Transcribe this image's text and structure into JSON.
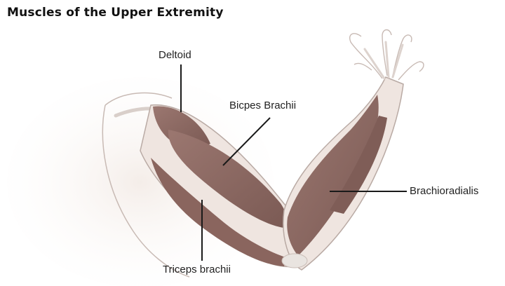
{
  "title": "Muscles of the Upper Extremity",
  "labels": {
    "deltoid": "Deltoid",
    "biceps": "Bicpes Brachii",
    "brachioradialis": "Brachioradialis",
    "triceps": "Triceps brachii"
  },
  "colors": {
    "muscle": "#8e6a63",
    "muscle_dark": "#6f4e48",
    "skin_outline": "#b9aaa4",
    "bone": "#e9e4e0",
    "pointer": "#1a1a1a"
  }
}
